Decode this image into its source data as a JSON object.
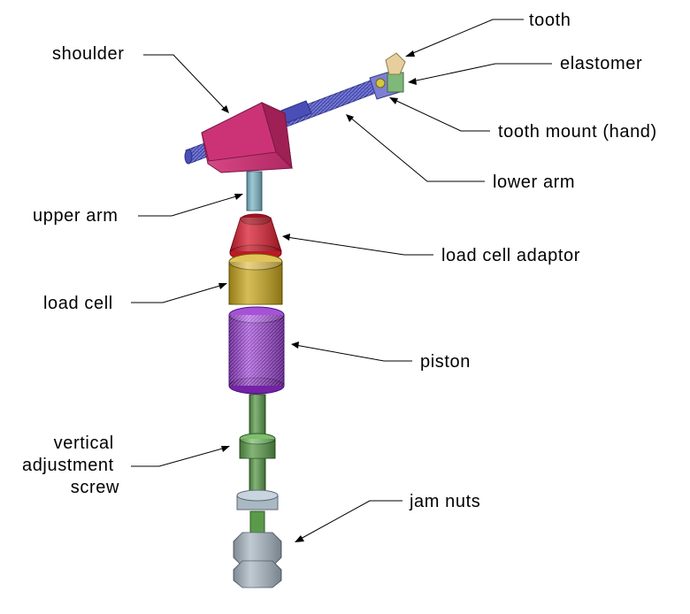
{
  "labels": {
    "tooth": "tooth",
    "elastomer": "elastomer",
    "shoulder": "shoulder",
    "tooth_mount": "tooth mount (hand)",
    "lower_arm": "lower arm",
    "upper_arm": "upper arm",
    "load_cell_adaptor": "load cell adaptor",
    "load_cell": "load cell",
    "piston": "piston",
    "vertical_adjustment_screw": [
      "vertical",
      "adjustment",
      "screw"
    ],
    "jam_nuts": "jam nuts"
  },
  "colors": {
    "shoulder": "#cc3377",
    "lower_arm": "#4a4fb8",
    "upper_arm": "#7fb6c8",
    "load_cell_adaptor": "#d81c2e",
    "load_cell": "#c8a61e",
    "piston": "#8a2fc4",
    "vertical_adjustment_screw": "#5a9a4a",
    "jam_nuts": "#aab8c4",
    "tooth": "#e6cf9c",
    "elastomer": "#7fb87a",
    "tooth_mount": "#7d7fd4"
  }
}
